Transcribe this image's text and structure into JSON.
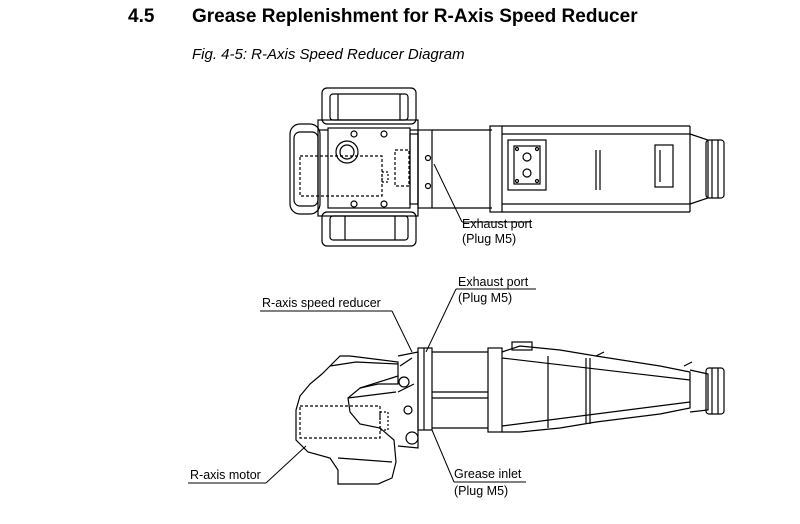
{
  "section": {
    "number": "4.5",
    "title": "Grease Replenishment for R-Axis Speed Reducer"
  },
  "figure": {
    "caption": "Fig. 4-5: R-Axis Speed Reducer Diagram",
    "top_view": {
      "exhaust_port": {
        "name": "Exhaust port",
        "spec": "(Plug M5)"
      }
    },
    "side_view": {
      "exhaust_port": {
        "name": "Exhaust port",
        "spec": "(Plug M5)"
      },
      "speed_reducer": "R-axis speed reducer",
      "motor": "R-axis motor",
      "grease_inlet": {
        "name": "Grease inlet",
        "spec": "(Plug M5)"
      }
    }
  }
}
